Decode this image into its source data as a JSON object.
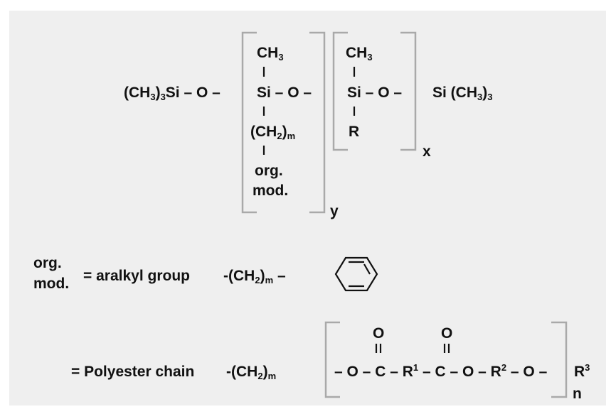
{
  "colors": {
    "background": "#efefef",
    "ink": "#111111",
    "bracket": "#a9a9a9"
  },
  "structure": {
    "unit_a_top": {
      "pre": "CH",
      "sub": "3"
    },
    "unit_b_top": {
      "pre": "CH",
      "sub": "3"
    },
    "left_end": {
      "pre": "(CH",
      "sub": "3",
      "post": ")",
      "sub2": "3",
      "tail": "Si – O –"
    },
    "si_a": "Si – O –",
    "si_b": "Si – O –",
    "right_end": {
      "pre": "Si (CH",
      "sub": "3",
      "post": ")",
      "sub2": "3"
    },
    "unit_a_side": {
      "pre": "(CH",
      "sub": "2",
      "post": ")",
      "sub2": "m"
    },
    "unit_b_side": "R",
    "org": "org.",
    "mod": "mod.",
    "subscript_x": "x",
    "subscript_y": "y"
  },
  "definitions": {
    "org": "org.",
    "mod": "mod.",
    "aralkyl_label": "= aralkyl group",
    "aralkyl_link": {
      "pre": "-(CH",
      "sub": "2",
      "post": ")",
      "sub2": "m",
      "tail": "–"
    },
    "polyester_label": "= Polyester chain",
    "polyester_link": {
      "pre": "-(CH",
      "sub": "2",
      "post": ")",
      "sub2": "m"
    },
    "oxygen_1": "O",
    "oxygen_2": "O",
    "chain": {
      "p1": "– O – C – R",
      "sup1": "1",
      "p2": " – C – O – R",
      "sup2": "2",
      "p3": " – O –"
    },
    "end_group": {
      "pre": "R",
      "sup": "3"
    },
    "subscript_n": "n"
  }
}
